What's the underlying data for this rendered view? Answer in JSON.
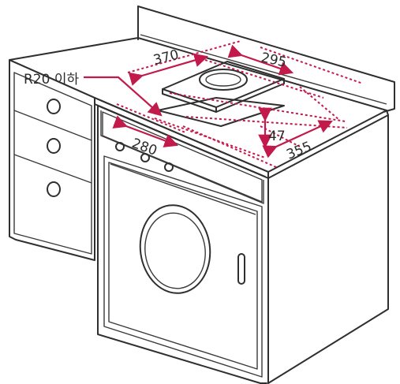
{
  "labels": {
    "radius_note": "R20 이하",
    "dim_370": "370",
    "dim_295": "295",
    "dim_280": "280",
    "dim_47": "47",
    "dim_355": "355"
  },
  "colors": {
    "dimension": "#c21a4a",
    "cabinet_line": "#2f2f2f",
    "washer_panel": "#e6e6e6"
  },
  "icons": {
    "cooktop": "induction-cooktop-icon",
    "washer": "washing-machine-icon"
  }
}
